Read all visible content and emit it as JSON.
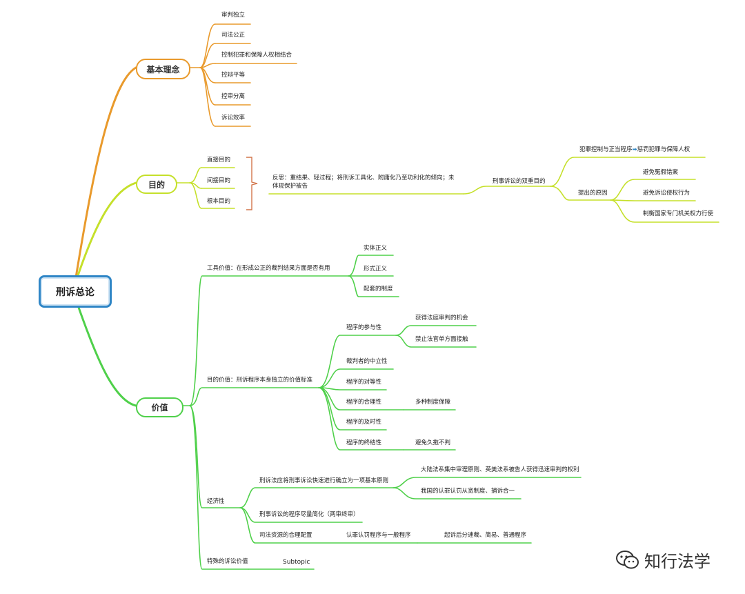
{
  "root": "刑诉总论",
  "b1": {
    "title": "基本理念",
    "items": [
      "审判独立",
      "司法公正",
      "控制犯罪和保障人权相结合",
      "控辩平等",
      "控审分离",
      "诉讼效率"
    ]
  },
  "b2": {
    "title": "目的",
    "items": [
      "直接目的",
      "间接目的",
      "根本目的"
    ],
    "summary_line1": "反思：重结果、轻过程；将刑诉工具化、附庸化乃至功利化的倾向；未",
    "summary_line2": "体现保护被告",
    "dual": "刑事诉讼的双重目的",
    "dual_a": "犯罪控制与正当程序",
    "dual_a_arrow": "➡",
    "dual_a_rest": "惩罚犯罪与保障人权",
    "reason": "提出的原因",
    "reasons": [
      "避免冤假错案",
      "避免诉讼侵权行为",
      "制衡国家专门机关权力行使"
    ]
  },
  "b3": {
    "title": "价值",
    "tool": "工具价值：在形成公正的裁判结果方面是否有用",
    "tool_items": [
      "实体正义",
      "形式正义",
      "配套的制度"
    ],
    "purpose": "目的价值：刑诉程序本身独立的价值标准",
    "p_items": [
      "程序的参与性",
      "裁判者的中立性",
      "程序的对等性",
      "程序的合理性",
      "程序的及时性",
      "程序的终结性"
    ],
    "part_sub": [
      "获得法庭审判的机会",
      "禁止法官单方面接触"
    ],
    "reason_sub": "多种制度保障",
    "final_sub": "避免久拖不判",
    "econ": "经济性",
    "econ_items": [
      "刑诉法应将刑事诉讼快速进行确立为一项基本原则",
      "刑事诉讼的程序尽量简化（两审终审）",
      "司法资源的合理配置"
    ],
    "speed_sub": [
      "大陆法系集中审理原则、英美法系被告人获得迅速审判的权利",
      "我国的认罪认罚从宽制度、捕诉合一"
    ],
    "alloc_sub": "认罪认罚程序与一般程序",
    "alloc_sub2": "起诉后分速裁、简易、普通程序",
    "special": "特殊的诉讼价值",
    "subtopic": "Subtopic"
  },
  "watermark": "知行法学",
  "colors": {
    "orange": "#e99a2c",
    "yellow_green": "#c5e02a",
    "green": "#4fd04a",
    "blue": "#2f86c6"
  }
}
